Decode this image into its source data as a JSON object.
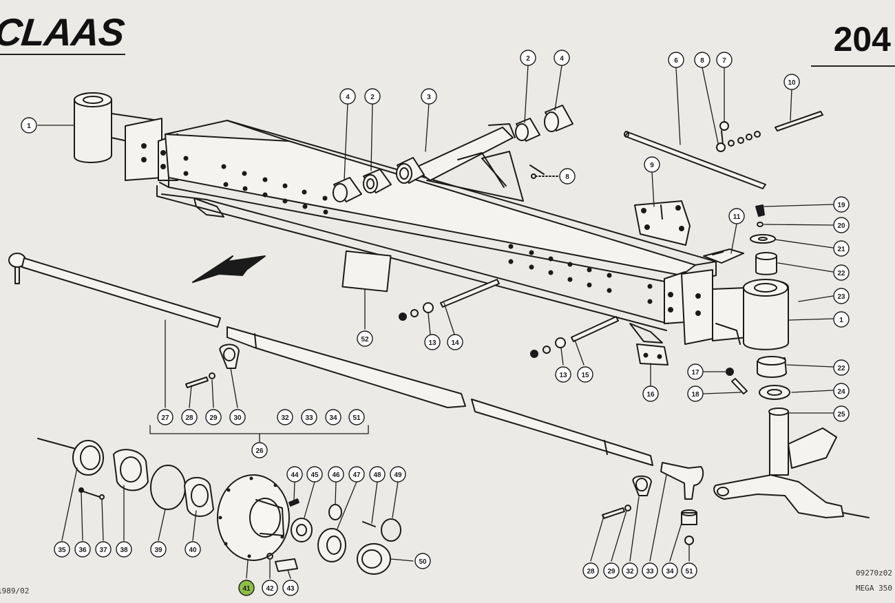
{
  "header": {
    "brand": "CLAAS",
    "page_number": "204"
  },
  "footer": {
    "date": "1989/02",
    "drawing_code": "09270z02",
    "model": "MEGA 350"
  },
  "callouts": {
    "c1a": "1",
    "c1b": "1",
    "c2a": "2",
    "c2b": "2",
    "c3": "3",
    "c4a": "4",
    "c4b": "4",
    "c6": "6",
    "c7": "7",
    "c8a": "8",
    "c8b": "8",
    "c9": "9",
    "c10": "10",
    "c11": "11",
    "c13a": "13",
    "c13b": "13",
    "c14": "14",
    "c15": "15",
    "c16": "16",
    "c17": "17",
    "c18": "18",
    "c19": "19",
    "c20": "20",
    "c21": "21",
    "c22a": "22",
    "c22b": "22",
    "c23": "23",
    "c24": "24",
    "c25": "25",
    "c26": "26",
    "c27": "27",
    "c28a": "28",
    "c28b": "28",
    "c29a": "29",
    "c29b": "29",
    "c30": "30",
    "c32a": "32",
    "c32b": "32",
    "c33a": "33",
    "c33b": "33",
    "c34a": "34",
    "c34b": "34",
    "c35": "35",
    "c36": "36",
    "c37": "37",
    "c38": "38",
    "c39": "39",
    "c40": "40",
    "c41": "41",
    "c42": "42",
    "c43": "43",
    "c44": "44",
    "c45": "45",
    "c46": "46",
    "c47": "47",
    "c48": "48",
    "c49": "49",
    "c50": "50",
    "c51a": "51",
    "c51b": "51",
    "c52": "52"
  },
  "colors": {
    "paper": "#ebeae6",
    "ink": "#1a1a1a",
    "highlight": "#8dbf45"
  }
}
